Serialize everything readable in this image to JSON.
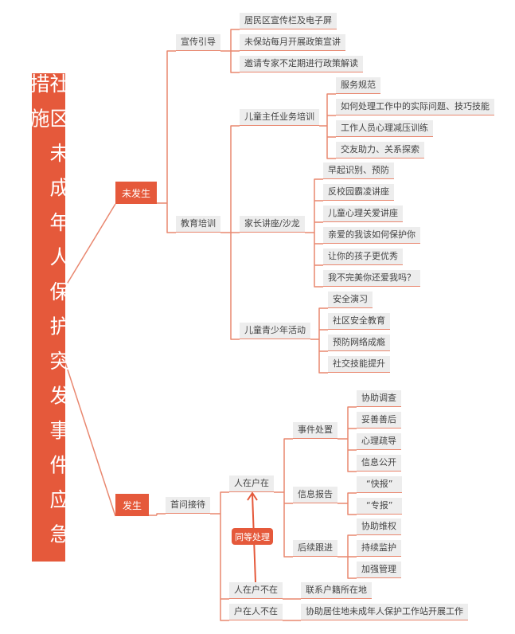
{
  "root": {
    "title": "社区未成年人保护突发事件应急措施"
  },
  "not_occurred": {
    "label": "未发生",
    "publicity": {
      "label": "宣传引导",
      "items": [
        "居民区宣传栏及电子屏",
        "未保站每月开展政策宣讲",
        "邀请专家不定期进行政策解读"
      ]
    },
    "education": {
      "label": "教育培训",
      "director_training": {
        "label": "儿童主任业务培训",
        "items": [
          "服务规范",
          "如何处理工作中的实际问题、技巧技能",
          "工作人员心理减压训练",
          "交友助力、关系探索"
        ]
      },
      "parent_lectures": {
        "label": "家长讲座/沙龙",
        "items": [
          "早起识别、预防",
          "反校园霸凌讲座",
          "儿童心理关爱讲座",
          "亲爱的我该如何保护你",
          "让你的孩子更优秀",
          "我不完美你还爱我吗？"
        ]
      },
      "youth_activities": {
        "label": "儿童青少年活动",
        "items": [
          "安全演习",
          "社区安全教育",
          "预防网络成瘾",
          "社交技能提升"
        ]
      }
    }
  },
  "occurred": {
    "label": "发生",
    "first_reception": {
      "label": "首问接待",
      "present": {
        "label": "人在户在",
        "handling": {
          "label": "事件处置",
          "items": [
            "协助调查",
            "妥善善后",
            "心理疏导",
            "信息公开"
          ]
        },
        "reporting": {
          "label": "信息报告",
          "items": [
            "“快报”",
            "“专报”"
          ]
        },
        "followup": {
          "label": "后续跟进",
          "items": [
            "协助维权",
            "持续监护",
            "加强管理"
          ]
        }
      },
      "person_absent": {
        "label": "人在户不在",
        "items": [
          "联系户籍所在地"
        ]
      },
      "household_absent": {
        "label": "户在人不在",
        "items": [
          "协助居住地未成年人保护工作站开展工作"
        ]
      },
      "equal_treatment": "同等处理"
    }
  },
  "colors": {
    "accent": "#e5593b",
    "line": "#e9876f",
    "node_bg": "#ededed"
  }
}
